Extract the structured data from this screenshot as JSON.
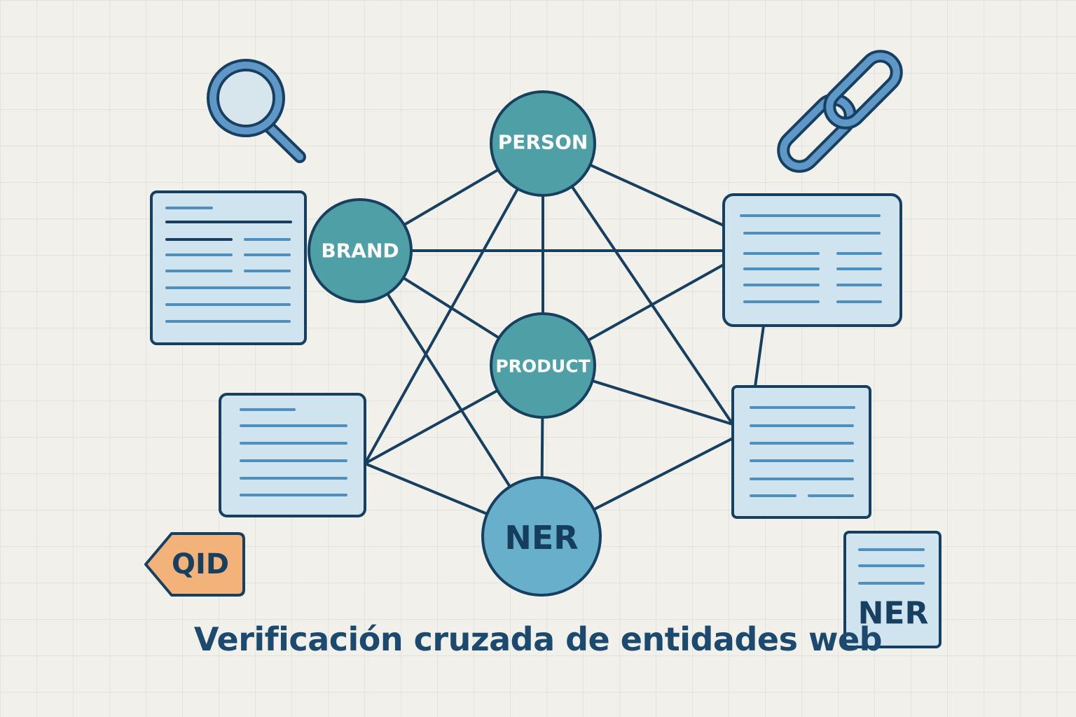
{
  "title": "Verificación cruzada de entidades web",
  "nodes": {
    "person": "PERSON",
    "brand": "BRAND",
    "product": "PRODUCT",
    "ner": "NER"
  },
  "tags": {
    "qid": "QID",
    "ner_doc": "NER"
  },
  "icons": [
    "magnifier-icon",
    "chain-link-icon"
  ],
  "colors": {
    "background": "#f1f0ea",
    "node_fill": "#4f9fa6",
    "ner_node_fill": "#67afca",
    "outline": "#173f5f",
    "document_fill": "#cfe4ef",
    "qid_tag_fill": "#f2b27a"
  }
}
